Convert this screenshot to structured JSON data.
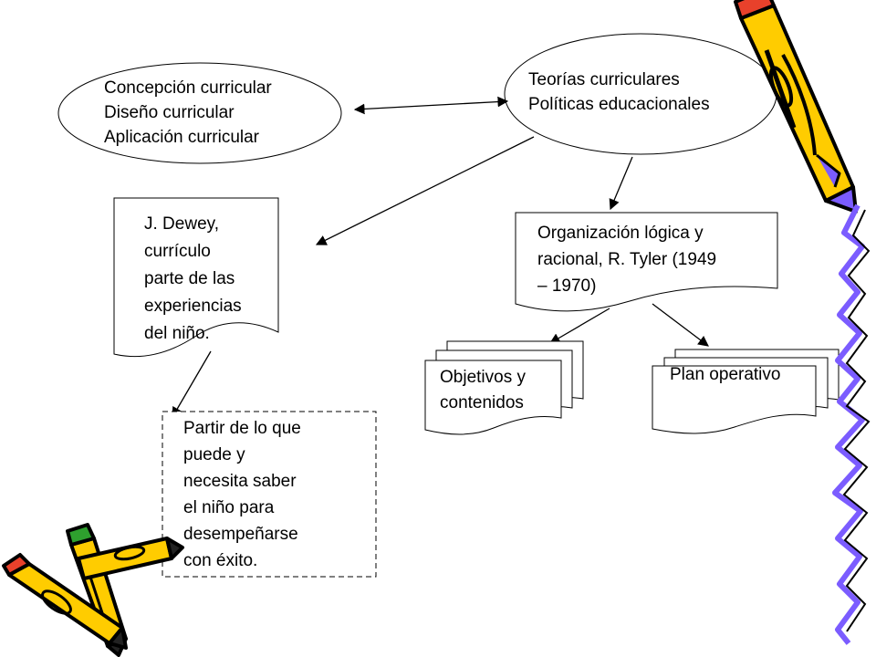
{
  "left_ellipse": {
    "lines": [
      "Concepción curricular",
      "Diseño curricular",
      "Aplicación curricular"
    ]
  },
  "right_ellipse": {
    "lines": [
      "Teorías curriculares",
      "Políticas educacionales"
    ]
  },
  "dewey_document": {
    "lines": [
      "J. Dewey,",
      "currículo",
      "parte de las",
      "experiencias",
      "del niño."
    ]
  },
  "tyler_document": {
    "lines": [
      "Organización lógica y",
      "racional, R. Tyler (1949",
      "– 1970)"
    ]
  },
  "objectives_stack": {
    "lines": [
      "Objetivos y",
      "contenidos"
    ]
  },
  "plan_stack": {
    "lines": [
      "Plan operativo"
    ]
  },
  "dashed_box": {
    "lines": [
      "Partir de lo que",
      "puede y",
      "necesita saber",
      "el niño para",
      "desempeñarse",
      "con éxito."
    ]
  },
  "colors": {
    "stroke": "#000000",
    "pencil_body": "#ffcc00",
    "pencil_band": "#7b5cff",
    "pencil_green": "#2ea02e",
    "pencil_red": "#e8412b",
    "outline": "#000000"
  },
  "decorations": [
    "pencil-clipart-icon",
    "pencils-bundle-clipart-icon",
    "zigzag-border-icon"
  ]
}
